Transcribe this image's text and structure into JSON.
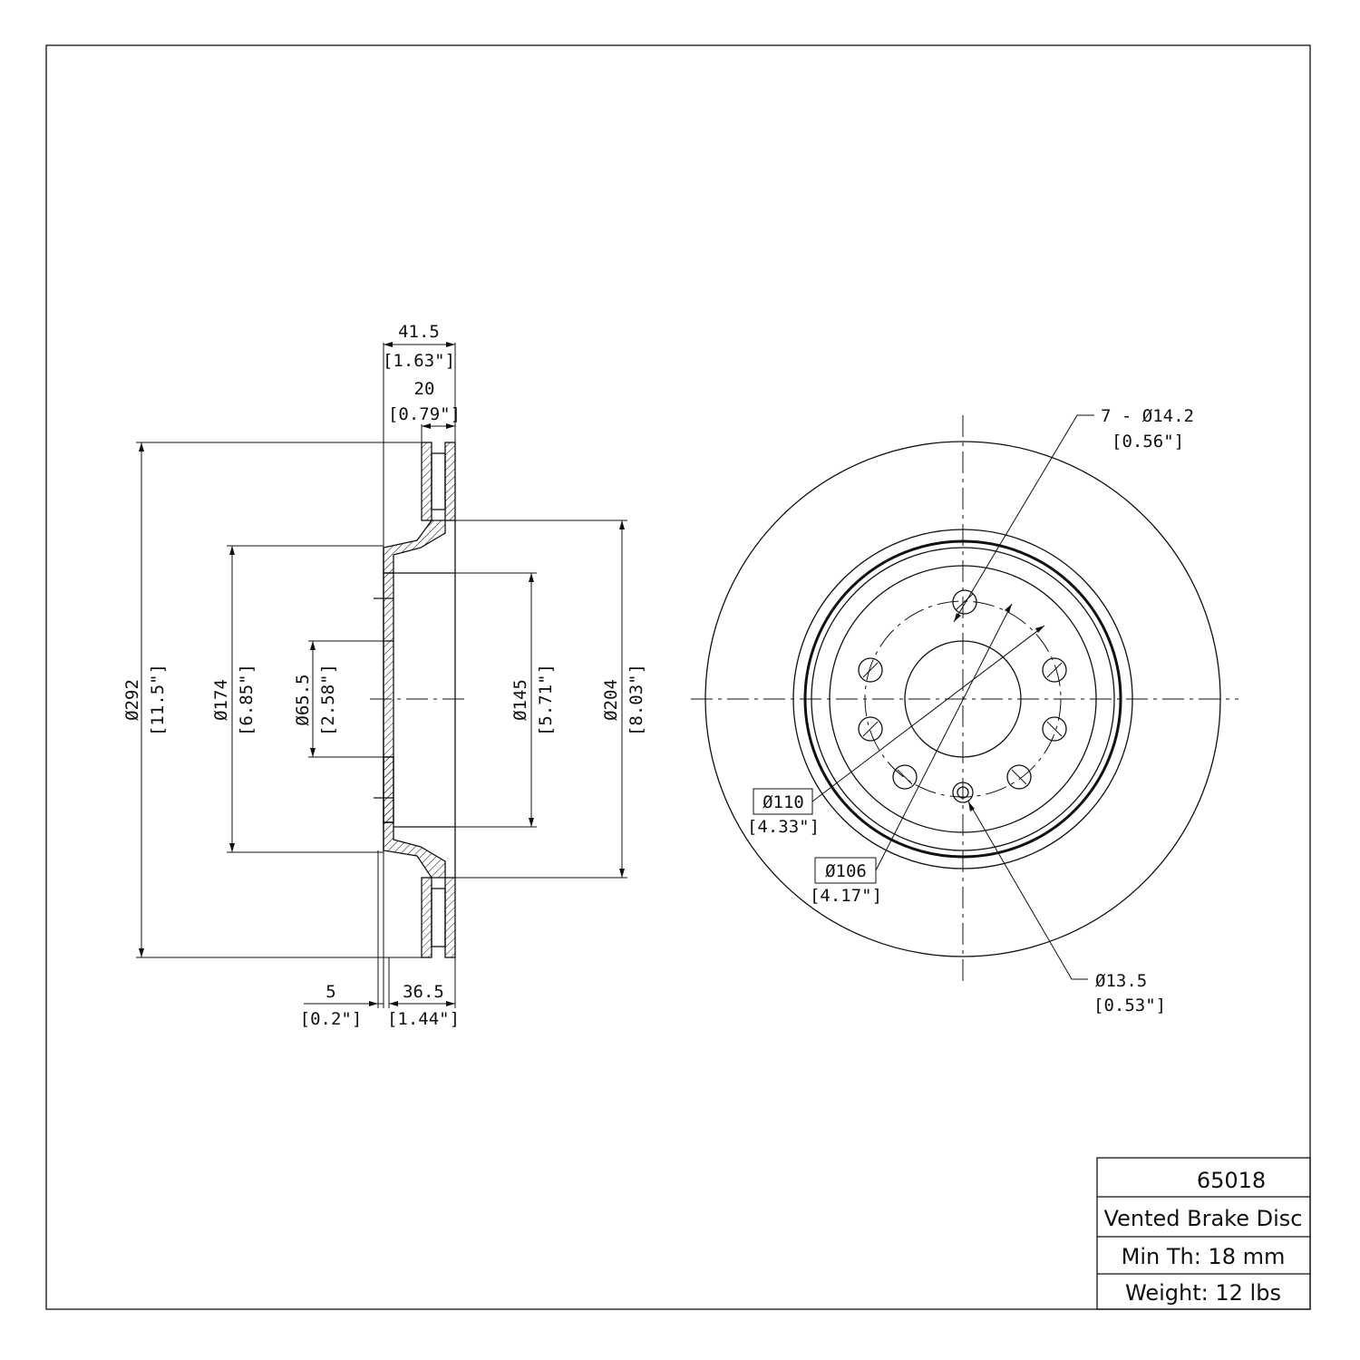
{
  "side_view": {
    "overall_width": {
      "mm": "41.5",
      "in": "[1.63\"]"
    },
    "disc_thickness": {
      "mm": "20",
      "in": "[0.79\"]"
    },
    "outer_diameter": {
      "mm": "Ø292",
      "in": "[11.5\"]"
    },
    "hat_diameter": {
      "mm": "Ø174",
      "in": "[6.85\"]"
    },
    "center_bore": {
      "mm": "Ø65.5",
      "in": "[2.58\"]"
    },
    "inner_hat_diameter": {
      "mm": "Ø145",
      "in": "[5.71\"]"
    },
    "braking_inner_diameter": {
      "mm": "Ø204",
      "in": "[8.03\"]"
    },
    "flange_thickness": {
      "mm": "5",
      "in": "[0.2\"]"
    },
    "hat_depth": {
      "mm": "36.5",
      "in": "[1.44\"]"
    }
  },
  "front_view": {
    "bolt_holes": {
      "mm": "7 - Ø14.2",
      "in": "[0.56\"]"
    },
    "bolt_circle_a": {
      "mm": "Ø110",
      "in": "[4.33\"]"
    },
    "bolt_circle_b": {
      "mm": "Ø106",
      "in": "[4.17\"]"
    },
    "locating_hole": {
      "mm": "Ø13.5",
      "in": "[0.53\"]"
    }
  },
  "title_block": {
    "part_number": "65018",
    "description": "Vented Brake Disc",
    "min_thickness": "Min Th: 18 mm",
    "weight": "Weight: 12 lbs"
  }
}
